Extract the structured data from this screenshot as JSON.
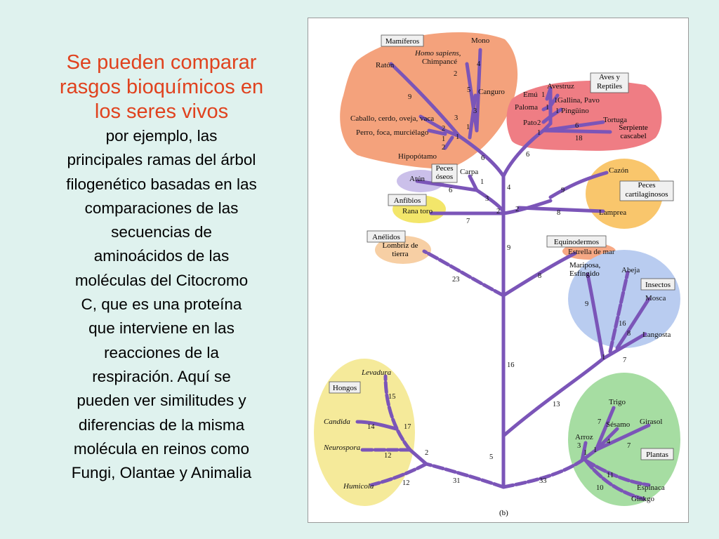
{
  "slide": {
    "title_lines": [
      "Se pueden comparar",
      "rasgos bioquímicos en",
      "los seres vivos"
    ],
    "body_lines": [
      "por ejemplo, las",
      "principales ramas del árbol",
      "filogenético basadas en las",
      "comparaciones de las",
      "secuencias de",
      "aminoácidos de las",
      "moléculas del Citocromo",
      "C, que es una proteína",
      "que interviene en las",
      "reacciones de la",
      "respiración. Aquí se",
      "pueden ver similitudes y",
      "diferencias de la misma",
      "molécula en reinos como",
      "Fungi, Olantae y Animalia"
    ]
  },
  "figure": {
    "caption": "(b)",
    "colors": {
      "branch": "#7b55b8",
      "mammals": "#f4a27c",
      "birds_reptiles": "#ef7d84",
      "bony_fish": "#cbc0ea",
      "amphibians": "#f3e66a",
      "annelids": "#f7cfa4",
      "cartilaginous": "#f9c66c",
      "echinoderms": "#f6a884",
      "insects": "#b9ccf0",
      "fungi": "#f5ea9a",
      "plants": "#a6dda2"
    },
    "group_labels": {
      "mammals": "Mamíferos",
      "birds_reptiles": "Aves y Reptiles",
      "bony_fish": "Peces óseos",
      "amphibians": "Anfibios",
      "annelids": "Anélidos",
      "cartilaginous": "Peces cartilaginosos",
      "echinoderms": "Equinodermos",
      "insects": "Insectos",
      "fungi": "Hongos",
      "plants": "Plantas"
    },
    "species": {
      "mono": "Mono",
      "homo": "Homo sapiens,",
      "chimp": "Chimpancé",
      "raton": "Ratón",
      "canguro": "Canguro",
      "caballo": "Caballo, cerdo, oveja, vaca",
      "perro": "Perro, foca, murciélago",
      "hipopotamo": "Hipopótamo",
      "avestruz": "Avestruz",
      "emu": "Emú",
      "gallina": "Gallina, Pavo",
      "paloma": "Paloma",
      "pinguino": "Pingüino",
      "pato": "Pato",
      "tortuga": "Tortuga",
      "serpiente": "Serpiente cascabel",
      "atun": "Atún",
      "carpa": "Carpa",
      "cazon": "Cazón",
      "lamprea": "Lamprea",
      "ranatoro": "Rana toro",
      "lombriz": "Lombriz de tierra",
      "estrella": "Estrella de mar",
      "mariposa": "Mariposa, Esfíngido",
      "abeja": "Abeja",
      "mosca": "Mosca",
      "langosta": "Langosta",
      "levadura": "Levadura",
      "candida": "Candida",
      "neurospora": "Neurospora",
      "humicola": "Humicola",
      "trigo": "Trigo",
      "sesamo": "Sésamo",
      "girasol": "Girasol",
      "arroz": "Arroz",
      "espinaca": "Espinaca",
      "ginkgo": "Ginkgo"
    },
    "distances": {
      "mono": "4",
      "homo": "2",
      "raton": "9",
      "canguro_a": "5",
      "canguro_b": "3",
      "caballo": "3",
      "perro": "2",
      "hippo_a": "1",
      "hippo_b": "2",
      "mam_a": "1",
      "mam_b": "1",
      "mam_base": "6",
      "emu": "1",
      "gallina": "1",
      "paloma": "1",
      "pinguino": "1",
      "pato": "2",
      "birds": "1",
      "tortuga": "6",
      "serpiente": "18",
      "birds_base": "6",
      "atun": "6",
      "carpa": "1",
      "fish": "3",
      "tetra": "4",
      "cazon": "9",
      "lamprea": "8",
      "cart": "2",
      "rana": "7",
      "vert_a": "2",
      "vert_b": "9",
      "lombriz": "23",
      "estrella": "8",
      "mariposa": "9",
      "abeja": "16",
      "mosca": "8",
      "ins_a": "1",
      "ins_b": "7",
      "animal_stem": "16",
      "inv_stem": "13",
      "root_up": "5",
      "levadura": "15",
      "candida": "14",
      "cand_b": "17",
      "neurospora": "12",
      "fungi_a": "2",
      "humicola": "12",
      "fungi_stem": "31",
      "trigo": "7",
      "sesamo": "4",
      "girasol": "7",
      "arroz": "3",
      "pl_a": "1",
      "pl_b": "1",
      "espinaca": "11",
      "ginkgo": "10",
      "plants_stem": "33"
    }
  }
}
